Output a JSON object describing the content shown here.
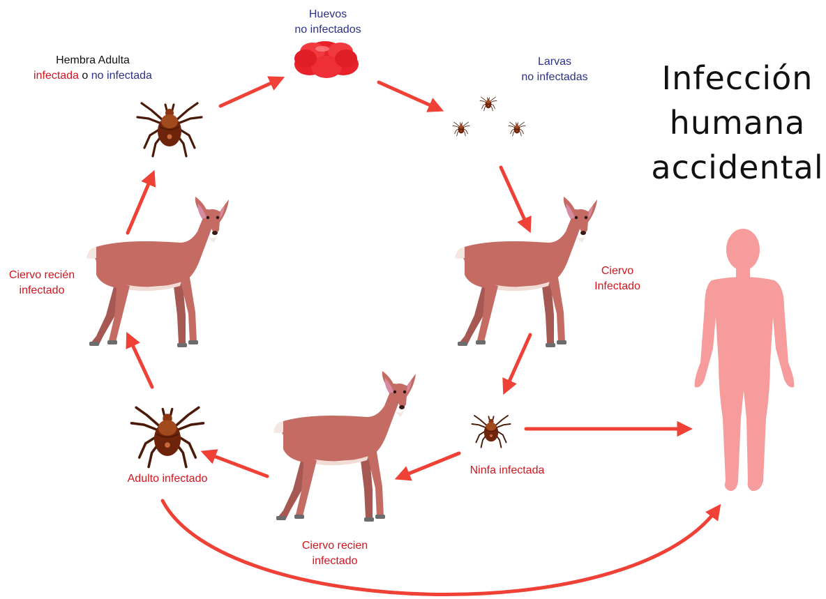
{
  "title": [
    "Infección",
    "humana",
    "accidental"
  ],
  "labels": {
    "huevos": [
      "Huevos",
      "no infectados"
    ],
    "larvas": [
      "Larvas",
      "no infectadas"
    ],
    "hembra_adulta": {
      "line1": "Hembra Adulta",
      "infected": "infectada",
      "or": " o ",
      "not_infected": "no infectada"
    },
    "ciervo_infectado": [
      "Ciervo",
      "Infectado"
    ],
    "ciervo_recien_izq": [
      "Ciervo recién",
      "infectado"
    ],
    "ninfa": "Ninfa infectada",
    "adulto": "Adulto infectado",
    "ciervo_recien_abajo": [
      "Ciervo recien",
      "infectado"
    ]
  },
  "colors": {
    "infected_text": "#d2151f",
    "uninfected_text": "#2b3187",
    "arrow": "#ef4136",
    "deer_body": "#c46b64",
    "tick_body": "#7b2a12",
    "egg": "#e8222a",
    "human": "#f79c9c"
  },
  "icons": [
    "egg-cluster-icon",
    "tick-icon",
    "deer-icon",
    "human-silhouette-icon",
    "arrow-icon"
  ]
}
